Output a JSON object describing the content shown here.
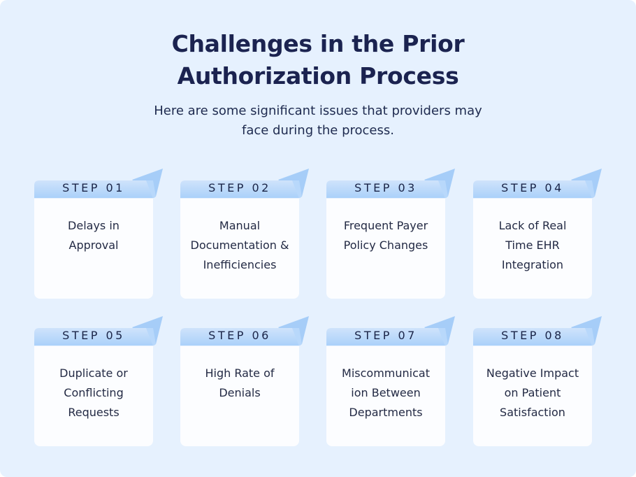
{
  "title_lines": [
    "Challenges in the Prior",
    "Authorization Process"
  ],
  "subtitle_lines": [
    "Here are some significant issues that providers may",
    "face during the process."
  ],
  "colors": {
    "background": "#e6f1fe",
    "flag_top": "#cfe3fb",
    "flag_bottom": "#a9d0fa",
    "card": "#fcfdff",
    "title": "#1b2350"
  },
  "steps": [
    {
      "label": "STEP 01",
      "lines": [
        "Delays in",
        "Approval"
      ]
    },
    {
      "label": "STEP 02",
      "lines": [
        "Manual",
        "Documentation &",
        "Inefficiencies"
      ]
    },
    {
      "label": "STEP 03",
      "lines": [
        "Frequent Payer",
        "Policy Changes"
      ]
    },
    {
      "label": "STEP 04",
      "lines": [
        "Lack of Real",
        "Time EHR",
        "Integration"
      ]
    },
    {
      "label": "STEP 05",
      "lines": [
        "Duplicate or",
        "Conflicting",
        "Requests"
      ]
    },
    {
      "label": "STEP 06",
      "lines": [
        "High Rate of",
        "Denials"
      ]
    },
    {
      "label": "STEP 07",
      "lines": [
        "Miscommunicat",
        "ion Between",
        "Departments"
      ]
    },
    {
      "label": "STEP 08",
      "lines": [
        "Negative Impact",
        "on Patient",
        "Satisfaction"
      ]
    }
  ]
}
